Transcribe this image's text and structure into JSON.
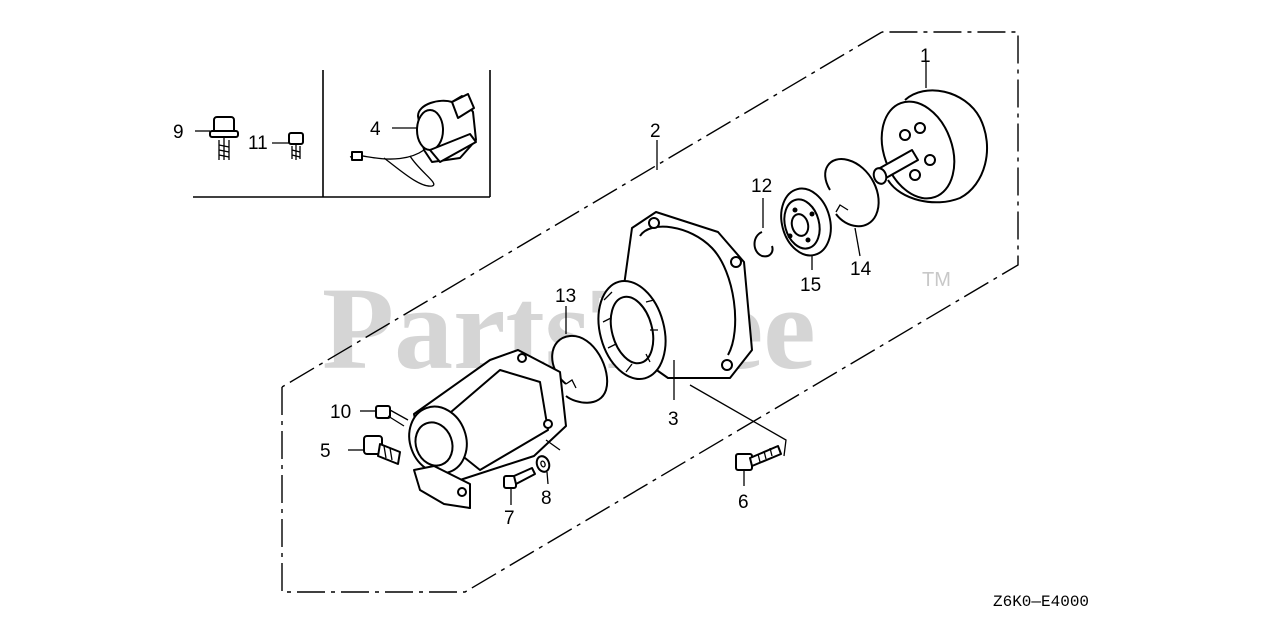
{
  "watermark": {
    "text": "PartsTree",
    "trademark": "TM"
  },
  "diagram_code": "Z6K0—E4000",
  "callouts": {
    "c1": "1",
    "c2": "2",
    "c3": "3",
    "c4": "4",
    "c5": "5",
    "c6": "6",
    "c7": "7",
    "c8": "8",
    "c9": "9",
    "c10": "10",
    "c11": "11",
    "c12": "12",
    "c13": "13",
    "c14": "14",
    "c15": "15"
  },
  "colors": {
    "line": "#000000",
    "watermark": "#c8c8c8",
    "background": "#ffffff"
  }
}
